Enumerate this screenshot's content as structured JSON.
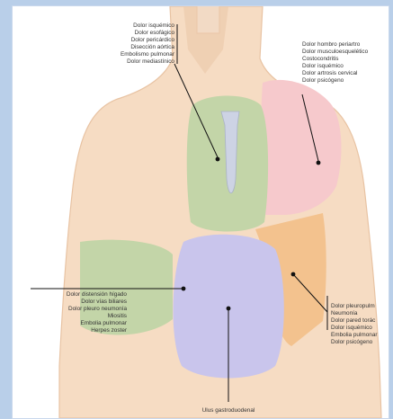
{
  "colors": {
    "page_bg": "#b9cfe9",
    "skin": "#f6dcc3",
    "skin_edge": "#e8c3a3",
    "green": "#c3d5a8",
    "pink": "#f6c9cc",
    "purple": "#c9c5ec",
    "orange": "#f3c28e",
    "steel": "#cdd3e4"
  },
  "labels": {
    "top_left": [
      "Dolor isquémico",
      "Dolor esofágico",
      "Dolor pericárdico",
      "Disección aórtica",
      "Embolismo pulmonar",
      "Dolor mediastínico"
    ],
    "top_right": [
      "Dolor hombro periartro",
      "Dolor musculoesquelético",
      "Costocondritis",
      "Dolor isquémico",
      "Dolor artrosis cervical",
      "Dolor psicógeno"
    ],
    "left": [
      "Dolor distensión hígado",
      "Dolor vías biliares",
      "Dolor pleuro neumonía",
      "Miositis",
      "Embolia pulmonar",
      "Herpes zoster"
    ],
    "right": [
      "Dolor pleuropulm",
      "Neumonía",
      "Dolor pared torác",
      "Dolor isquémico",
      "Embolia pulmonar",
      "Dolor psicógeno"
    ],
    "bottom": [
      "Ulus gastroduodenal"
    ]
  }
}
